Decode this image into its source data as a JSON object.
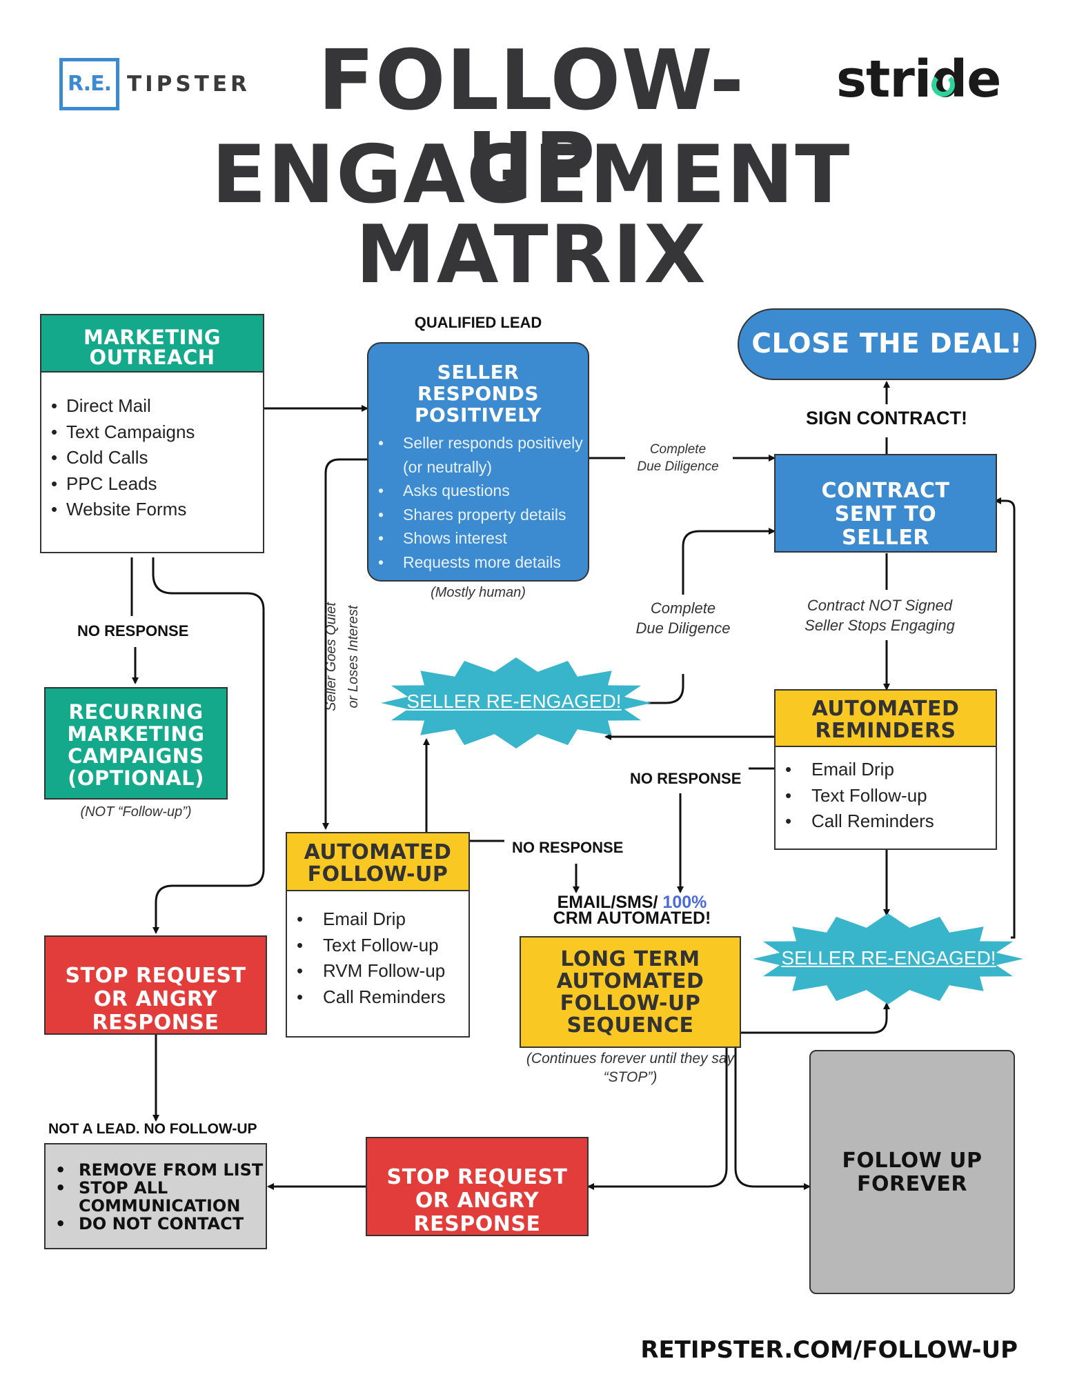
{
  "header": {
    "logo_re_badge": "R.E.",
    "logo_re_word": "TIPSTER",
    "title_line1": "FOLLOW-UP",
    "title_line2": "ENGAGEMENT MATRIX",
    "stride_logo": "stride"
  },
  "nodes": {
    "marketing_outreach": {
      "title": "MARKETING OUTREACH",
      "items": [
        "Direct Mail",
        "Text Campaigns",
        "Cold Calls",
        "PPC Leads",
        "Website Forms"
      ]
    },
    "qualified_lead_label": "QUALIFIED LEAD",
    "seller_responds": {
      "title": "SELLER RESPONDS POSITIVELY",
      "items": [
        "Seller responds positively (or neutrally)",
        "Asks questions",
        "Shares property details",
        "Shows interest",
        "Requests more details"
      ],
      "note": "(Mostly human)"
    },
    "close_deal": {
      "title": "CLOSE THE DEAL!"
    },
    "sign_contract_label": "SIGN CONTRACT!",
    "contract_sent": {
      "title": "CONTRACT SENT TO SELLER"
    },
    "recurring_marketing": {
      "title": "RECURRING MARKETING CAMPAIGNS (OPTIONAL)",
      "note": "(NOT “Follow-up”)"
    },
    "seller_reengaged_1": {
      "title": "SELLER RE-ENGAGED!"
    },
    "seller_reengaged_2": {
      "title": "SELLER RE-ENGAGED!"
    },
    "automated_reminders": {
      "title": "AUTOMATED REMINDERS",
      "items": [
        "Email Drip",
        "Text Follow-up",
        "Call Reminders"
      ]
    },
    "automated_followup": {
      "title": "AUTOMATED FOLLOW-UP",
      "items": [
        "Email Drip",
        "Text Follow-up",
        "RVM Follow-up",
        "Call Reminders"
      ]
    },
    "stop_request_1": {
      "title": "STOP REQUEST OR ANGRY RESPONSE"
    },
    "stop_request_2": {
      "title": "STOP REQUEST OR ANGRY RESPONSE"
    },
    "long_term": {
      "title": "LONG TERM AUTOMATED FOLLOW-UP SEQUENCE",
      "note": "(Continues forever until they say “STOP”)"
    },
    "crm_label_prefix": "EMAIL/SMS/ ",
    "crm_label_highlight": "100%",
    "crm_label_line2": "CRM AUTOMATED!",
    "not_a_lead_label": "NOT A LEAD. NO FOLLOW-UP",
    "remove_from_list": {
      "items": [
        "REMOVE FROM LIST",
        "STOP ALL COMMUNICATION",
        "DO NOT CONTACT"
      ]
    },
    "follow_up_forever": {
      "title": "FOLLOW UP FOREVER"
    }
  },
  "edge_labels": {
    "no_response_1": "NO RESPONSE",
    "no_response_2": "NO RESPONSE",
    "no_response_3": "NO RESPONSE",
    "complete_dd_1": "Complete\nDue Diligence",
    "complete_dd_2": "Complete\nDue Diligence",
    "contract_not_signed": "Contract NOT Signed\nSeller Stops Engaging",
    "seller_goes_quiet": "Seller Goes Quiet\nor Loses Interest"
  },
  "footer": {
    "url": "RETIPSTER.COM/FOLLOW-UP"
  },
  "colors": {
    "teal": "#13A98A",
    "blue": "#3C8AD0",
    "yellow": "#F9C823",
    "red": "#E23D3A",
    "gray": "#B8B8B8",
    "light_gray": "#D2D2D2",
    "cyan": "#38B5CA",
    "dark_text": "#363538",
    "crm_highlight": "#4B6BD8"
  }
}
